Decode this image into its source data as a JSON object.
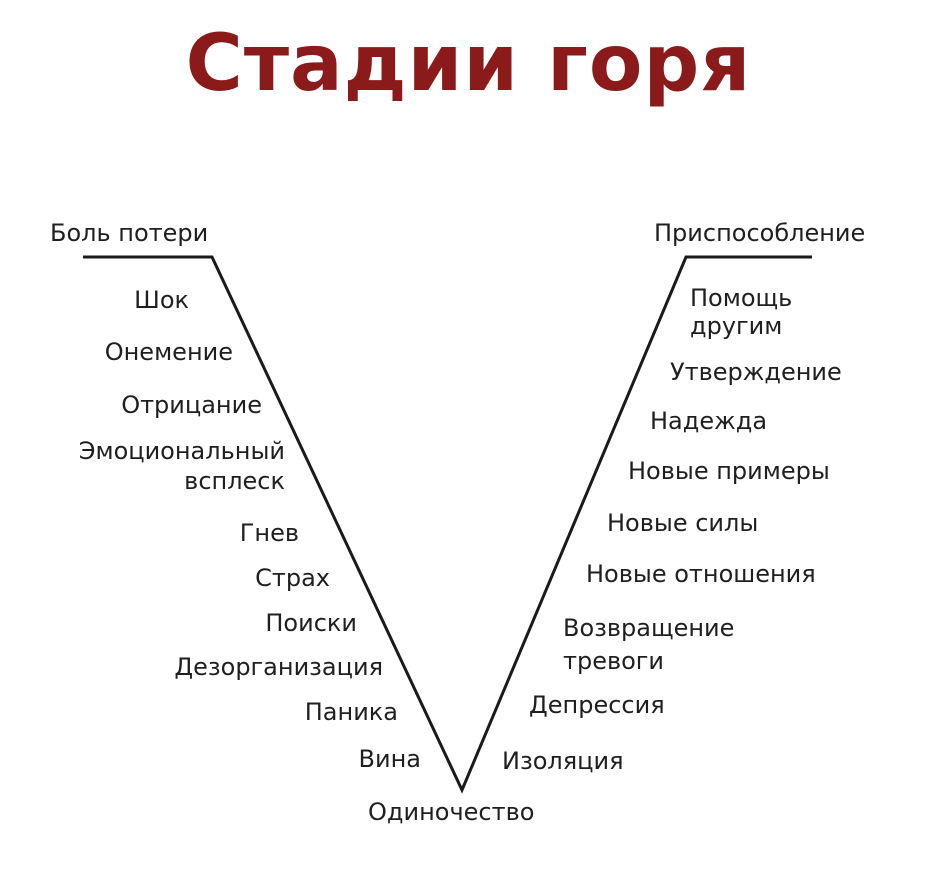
{
  "title": "Стадии горя",
  "colors": {
    "title": "#8b1a1a",
    "line": "#1a1a1a",
    "text": "#1f1f1f"
  },
  "left_top": "Боль потери",
  "right_top": "Приспособление",
  "bottom": "Одиночество",
  "left_stages": [
    {
      "line1": "Шок",
      "line2": ""
    },
    {
      "line1": "Онемение",
      "line2": ""
    },
    {
      "line1": "Отрицание",
      "line2": ""
    },
    {
      "line1": "Эмоциональный",
      "line2": "всплеск"
    },
    {
      "line1": "Гнев",
      "line2": ""
    },
    {
      "line1": "Страх",
      "line2": ""
    },
    {
      "line1": "Поиски",
      "line2": ""
    },
    {
      "line1": "Дезорганизация",
      "line2": ""
    },
    {
      "line1": "Паника",
      "line2": ""
    },
    {
      "line1": "Вина",
      "line2": ""
    }
  ],
  "right_stages": [
    {
      "line1": "Помощь",
      "line2": "другим"
    },
    {
      "line1": "Утверждение",
      "line2": ""
    },
    {
      "line1": "Надежда",
      "line2": ""
    },
    {
      "line1": "Новые примеры",
      "line2": ""
    },
    {
      "line1": "Новые силы",
      "line2": ""
    },
    {
      "line1": "Новые отношения",
      "line2": ""
    },
    {
      "line1": "Возвращение",
      "line2": "тревоги"
    },
    {
      "line1": "Депрессия",
      "line2": ""
    },
    {
      "line1": "Изоляция",
      "line2": ""
    }
  ]
}
